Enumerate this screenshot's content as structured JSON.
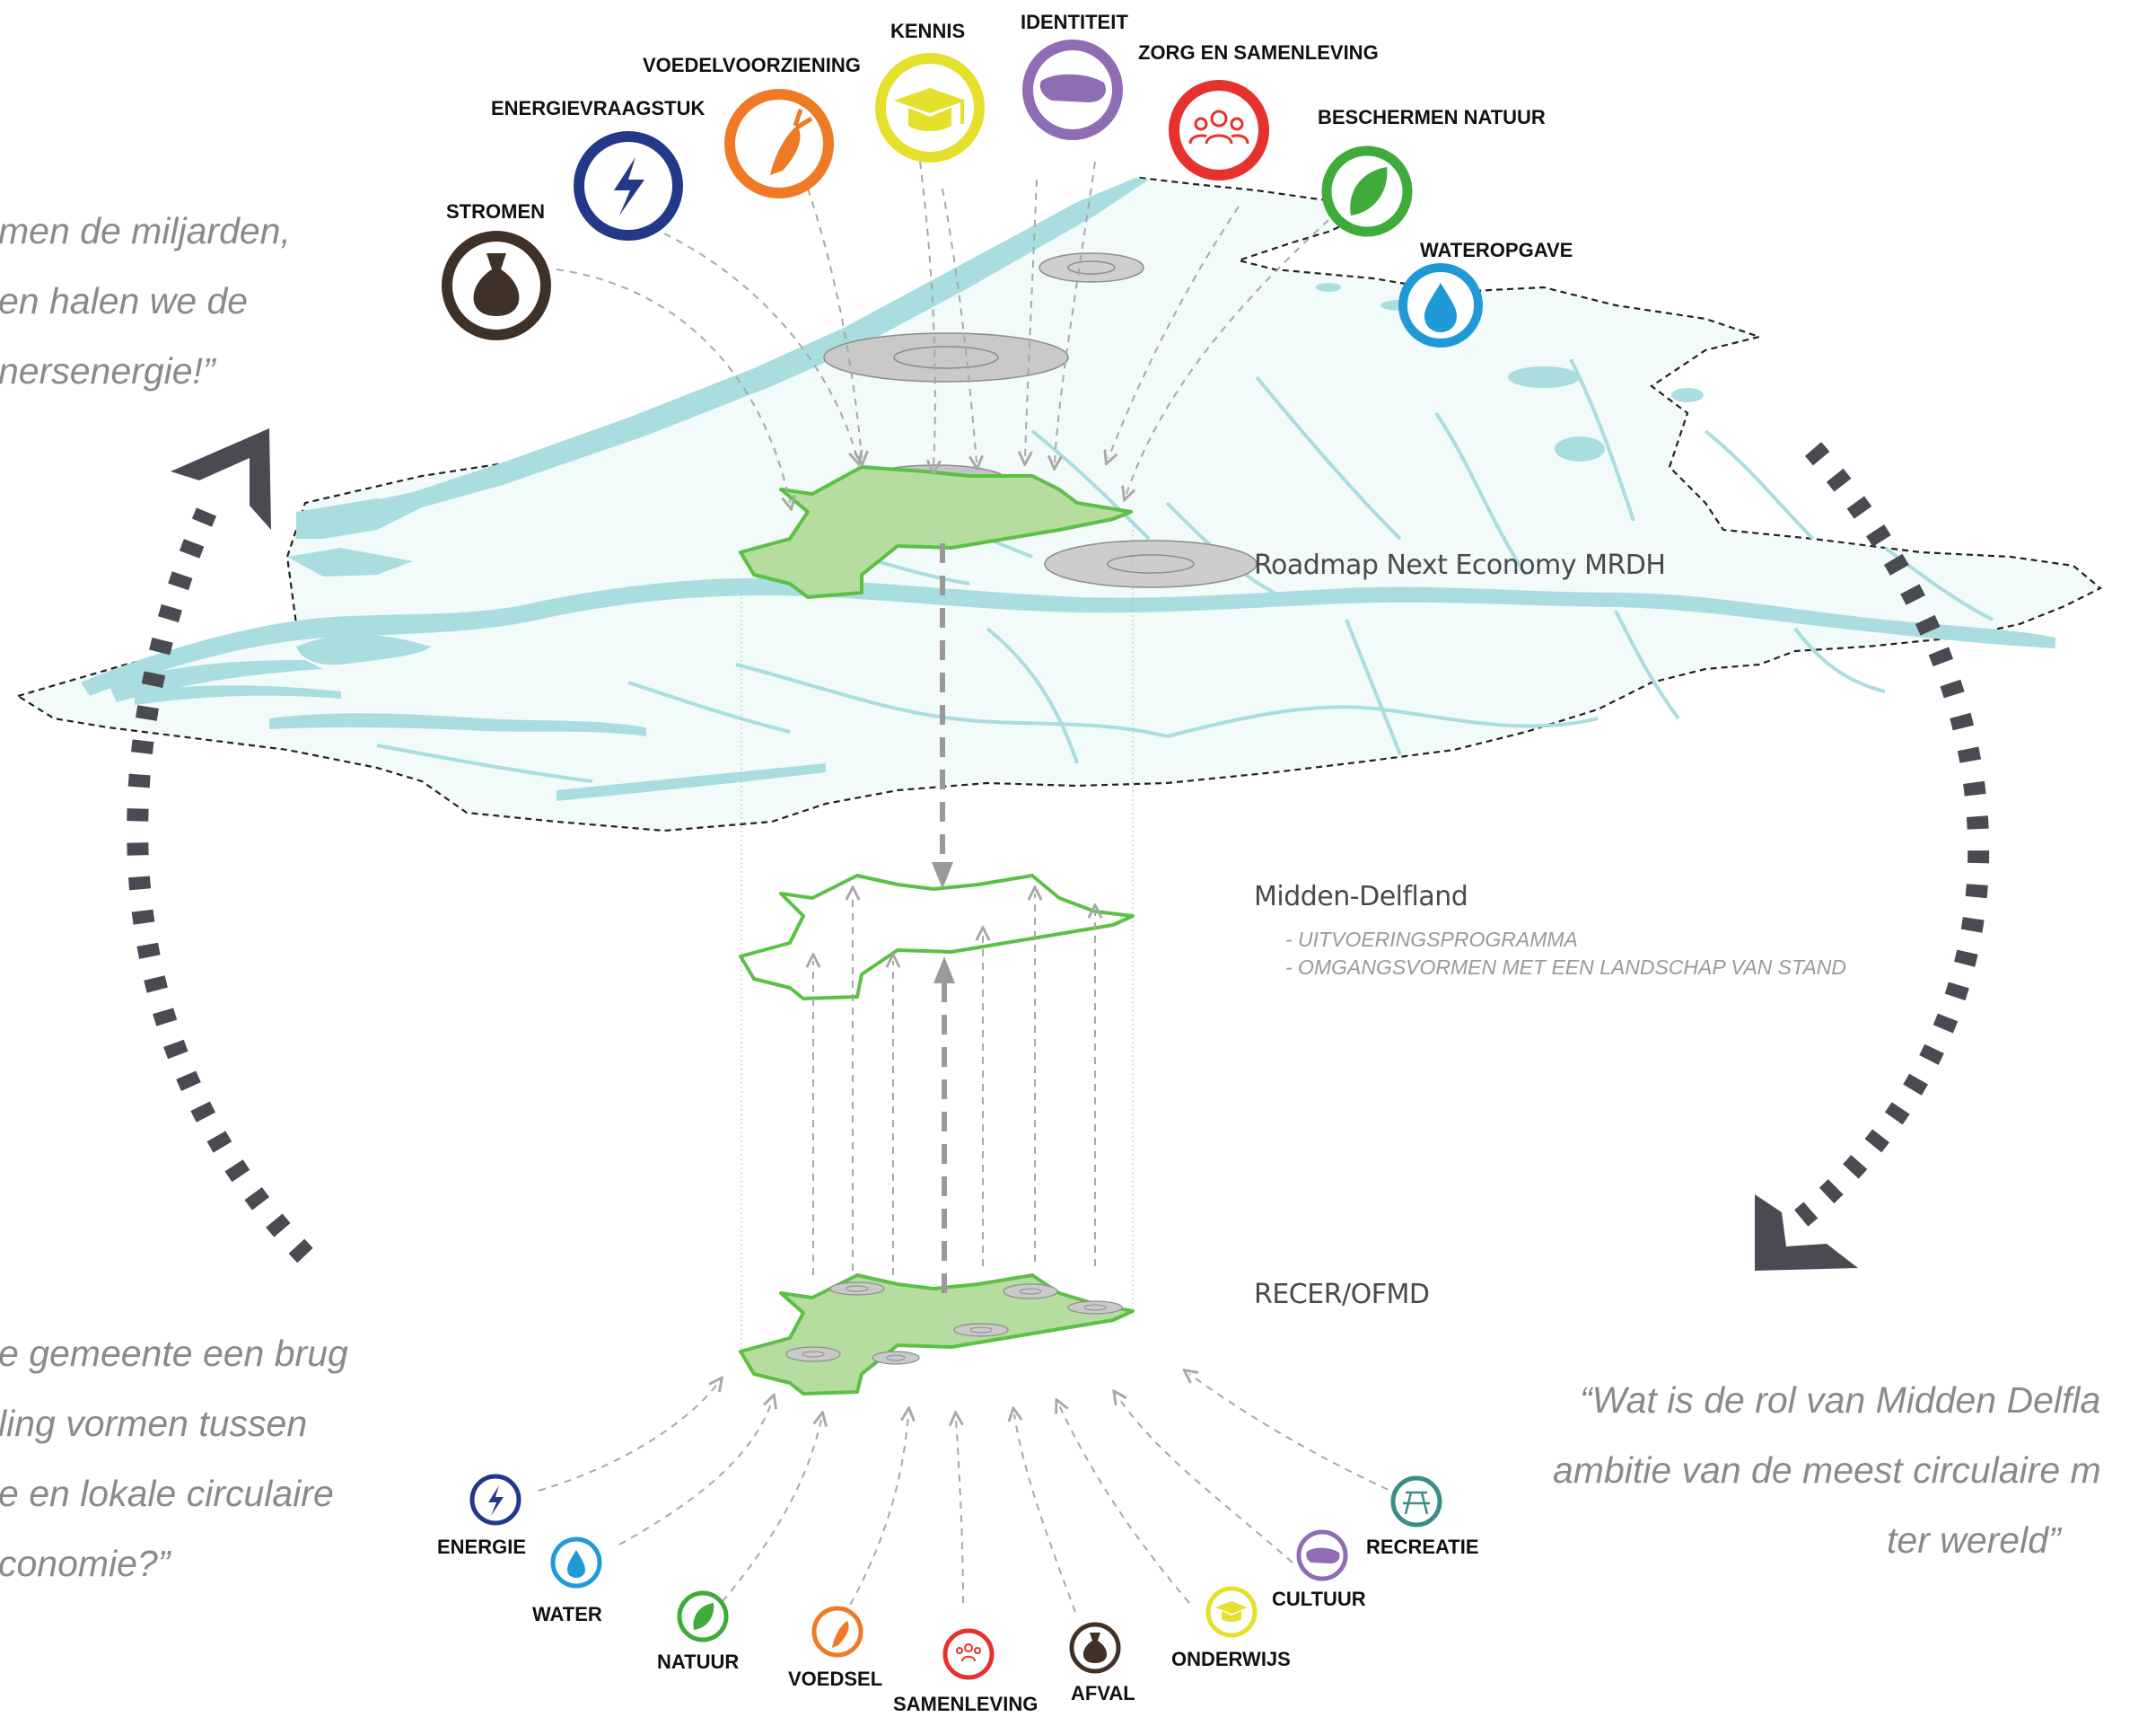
{
  "quotes": {
    "top_left": [
      "men de miljarden,",
      "en halen we de",
      "nersenergie!”"
    ],
    "bottom_left": [
      "e gemeente een brug",
      "ling vormen tussen",
      "e en lokale circulaire",
      "conomie?”"
    ],
    "bottom_right": [
      "“Wat is de rol van Midden Delfla",
      "ambitie van de meest circulaire m",
      "ter wereld”"
    ]
  },
  "levels": {
    "roadmap": "Roadmap Next Economy MRDH",
    "midden_delfland": "Midden-Delfland",
    "md_items": [
      "-  UITVOERINGSPROGRAMMA",
      "-  OMGANGSVORMEN MET EEN LANDSCHAP VAN STAND"
    ],
    "recer": "RECER/OFMD"
  },
  "top_themes": [
    {
      "label": "STROMEN",
      "color": "#3f3127",
      "icon": "bag-icon"
    },
    {
      "label": "ENERGIEVRAAGSTUK",
      "color": "#24388a",
      "icon": "lightning-icon"
    },
    {
      "label": "VOEDELVOORZIENING",
      "color": "#ef7a26",
      "icon": "carrot-icon"
    },
    {
      "label": "KENNIS",
      "color": "#e4e02b",
      "icon": "graduation-cap-icon"
    },
    {
      "label": "IDENTITEIT",
      "color": "#8e6db4",
      "icon": "clog-icon"
    },
    {
      "label": "ZORG EN SAMENLEVING",
      "color": "#e5322d",
      "icon": "people-icon"
    },
    {
      "label": "BESCHERMEN NATUUR",
      "color": "#3fab3a",
      "icon": "leaf-icon"
    },
    {
      "label": "WATEROPGAVE",
      "color": "#1f9ad7",
      "icon": "water-drop-icon"
    }
  ],
  "bottom_themes": [
    {
      "label": "ENERGIE",
      "color": "#24388a",
      "icon": "lightning-icon"
    },
    {
      "label": "WATER",
      "color": "#1f9ad7",
      "icon": "water-drop-icon"
    },
    {
      "label": "NATUUR",
      "color": "#3fab3a",
      "icon": "leaf-icon"
    },
    {
      "label": "VOEDSEL",
      "color": "#ef7a26",
      "icon": "carrot-icon"
    },
    {
      "label": "SAMENLEVING",
      "color": "#e5322d",
      "icon": "people-icon"
    },
    {
      "label": "AFVAL",
      "color": "#3f3127",
      "icon": "bag-icon"
    },
    {
      "label": "ONDERWIJS",
      "color": "#e4e02b",
      "icon": "graduation-cap-icon"
    },
    {
      "label": "CULTUUR",
      "color": "#8e6db4",
      "icon": "clog-icon"
    },
    {
      "label": "RECREATIE",
      "color": "#3b8c86",
      "icon": "picnic-table-icon"
    }
  ],
  "colors": {
    "water": "#a9dde0",
    "region_fill": "#b6dca0",
    "region_stroke": "#5cc045",
    "arrow_dark": "#4a4a52",
    "dashed_gray": "#a8a8a8"
  }
}
